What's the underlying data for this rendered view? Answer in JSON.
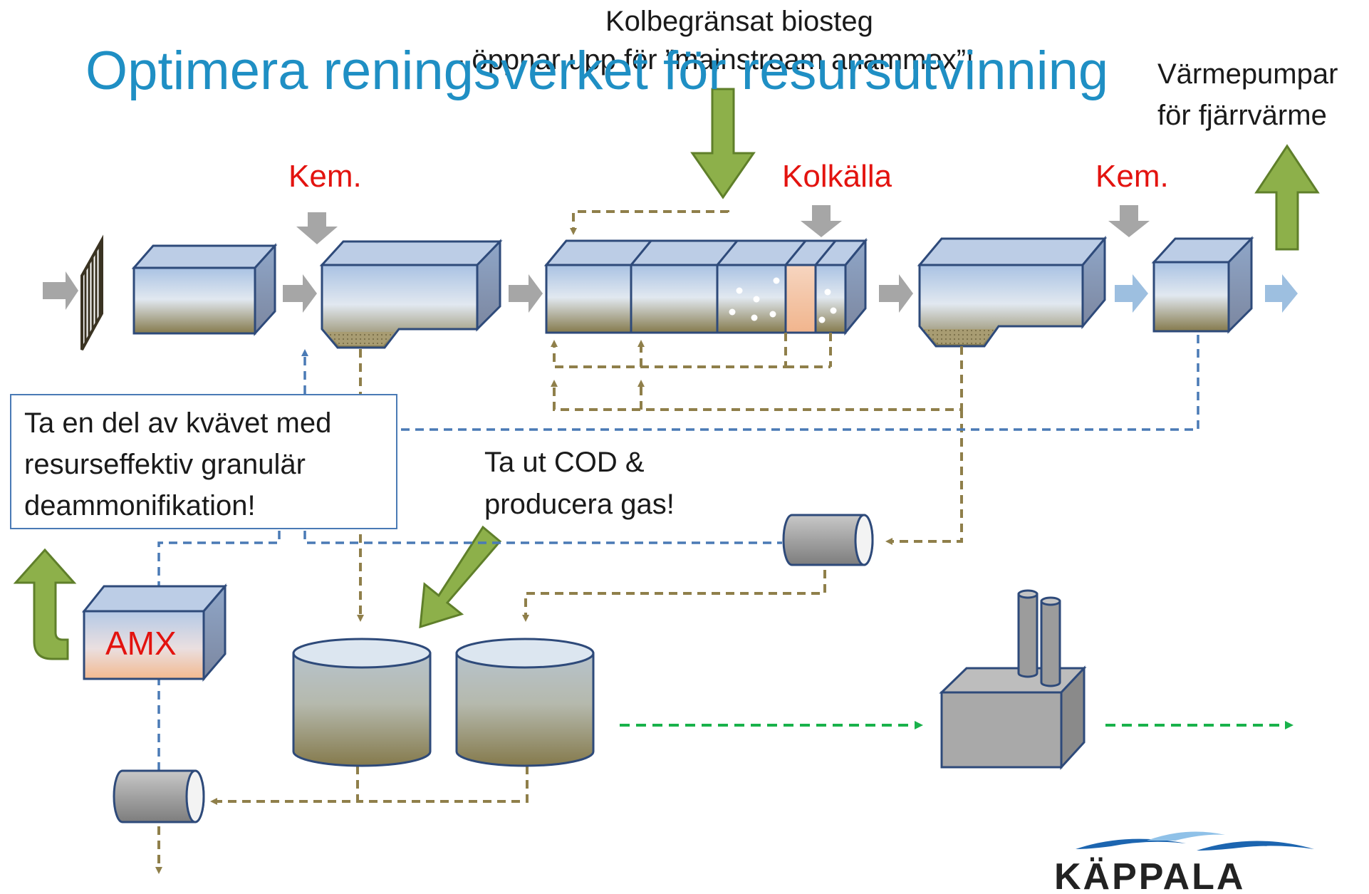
{
  "title": "Optimera reningsverket för resursutvinning",
  "top_note": {
    "line1": "Kolbegränsat biosteg",
    "line2": "- öppnar upp för ”mainstream anammox”!"
  },
  "heat_pump_note": {
    "line1": "Värmepumpar",
    "line2": "för fjärrvärme"
  },
  "chem_label_1": "Kem.",
  "carbon_source_label": "Kolkälla",
  "chem_label_2": "Kem.",
  "callout": {
    "line1": "Ta en del av kvävet med",
    "line2": "resurseffektiv granulär",
    "line3": "deammonifikation!"
  },
  "cod_note": {
    "line1": "Ta ut COD &",
    "line2": "producera gas!"
  },
  "amx_label": "AMX",
  "logo_text": "KÄPPALA",
  "colors": {
    "title": "#1f8fc4",
    "highlight_red": "#e3130f",
    "green_arrow": "#8db04a",
    "sludge_line": "#8f7f4a",
    "nitrogen_line": "#4a7ab5",
    "gas_line": "#19b24b",
    "gray_arrow": "#a6a6a6",
    "light_blue_arrow": "#9dbfe0"
  },
  "icons": [
    "bar-screen-icon",
    "tank-icon",
    "cylinder-tank-icon",
    "pipe-cylinder-icon",
    "factory-icon",
    "arrow-icon"
  ]
}
